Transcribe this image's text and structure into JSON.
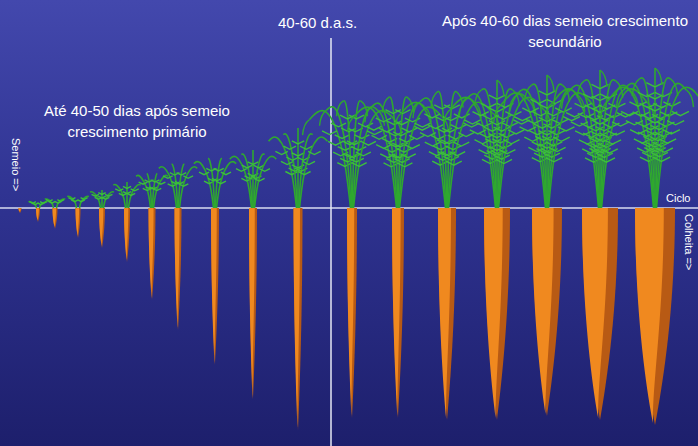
{
  "diagram": {
    "labels": [
      "Até 40-50 dias após semeio crescimento primário",
      "40-60 d.a.s.",
      "Após 40-60 dias semeio crescimento secundário",
      "Semeio =>",
      "Ciclo",
      "Colheita =>"
    ]
  }
}
